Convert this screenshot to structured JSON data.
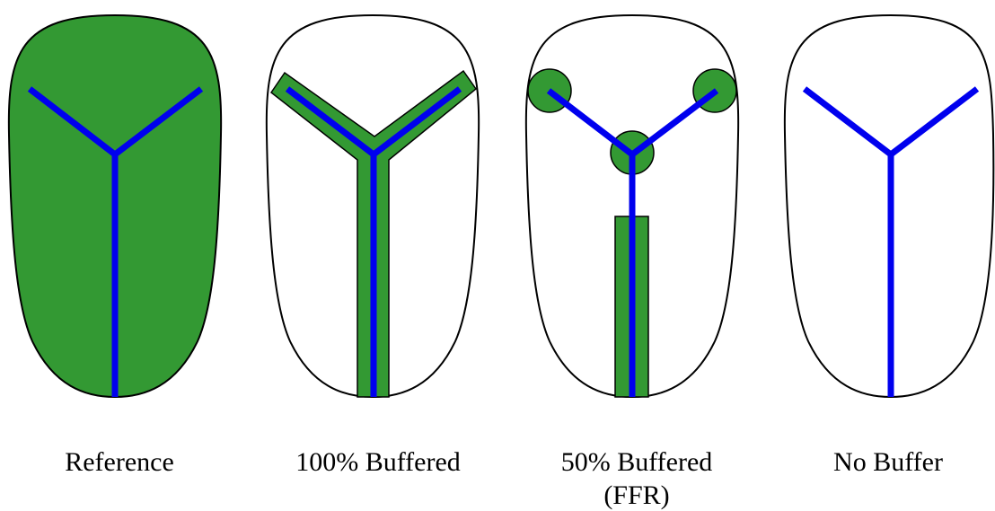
{
  "colors": {
    "fill": "#339933",
    "path": "#0000ee",
    "outline": "#000000",
    "background": "#ffffff"
  },
  "panels": [
    {
      "caption_line1": "Reference",
      "caption_line2": ""
    },
    {
      "caption_line1": "100% Buffered",
      "caption_line2": ""
    },
    {
      "caption_line1": "50% Buffered",
      "caption_line2": "(FFR)"
    },
    {
      "caption_line1": "No Buffer",
      "caption_line2": ""
    }
  ]
}
